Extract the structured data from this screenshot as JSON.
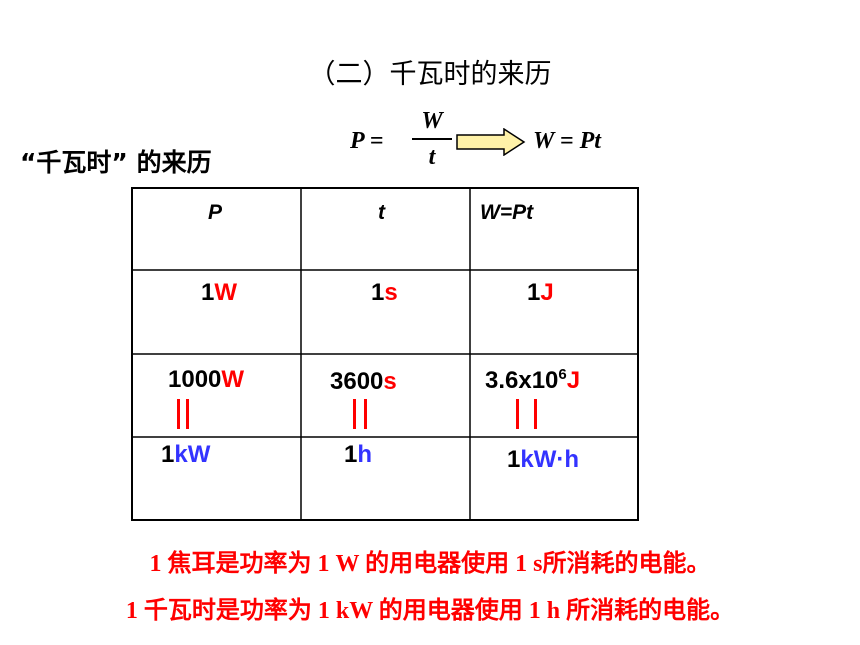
{
  "title": "（二）千瓦时的来历",
  "subtitle": "“千瓦时” 的来历",
  "formula": {
    "lhs": "P =",
    "numerator": "W",
    "denominator": "t",
    "rhs": "W = Pt",
    "arrow_color": "#fff2a8",
    "arrow_icon": "right-arrow-icon"
  },
  "table": {
    "headers": [
      "P",
      "t",
      "W=Pt"
    ],
    "row1": {
      "p": {
        "num": "1",
        "unit": "W"
      },
      "t": {
        "num": "1",
        "unit": "s"
      },
      "w": {
        "num": "1",
        "unit": "J"
      }
    },
    "row2": {
      "p": {
        "num": "1000",
        "unit": "W"
      },
      "t": {
        "num": "3600",
        "unit": "s"
      },
      "w": {
        "num": "3.6x10",
        "exp": "6",
        "unit": "J"
      }
    },
    "row3": {
      "p": {
        "num": "1",
        "unit": "kW"
      },
      "t": {
        "num": "1",
        "unit": "h"
      },
      "w": {
        "num": "1",
        "unit": "kW·h"
      }
    }
  },
  "notes": [
    "1 焦耳是功率为 1 W 的用电器使用 1 s所消耗的电能。",
    "1 千瓦时是功率为 1 kW 的用电器使用 1 h 所消耗的电能。"
  ],
  "colors": {
    "red": "#ff0000",
    "blue": "#3333ff",
    "text": "#000000",
    "background": "#ffffff"
  }
}
